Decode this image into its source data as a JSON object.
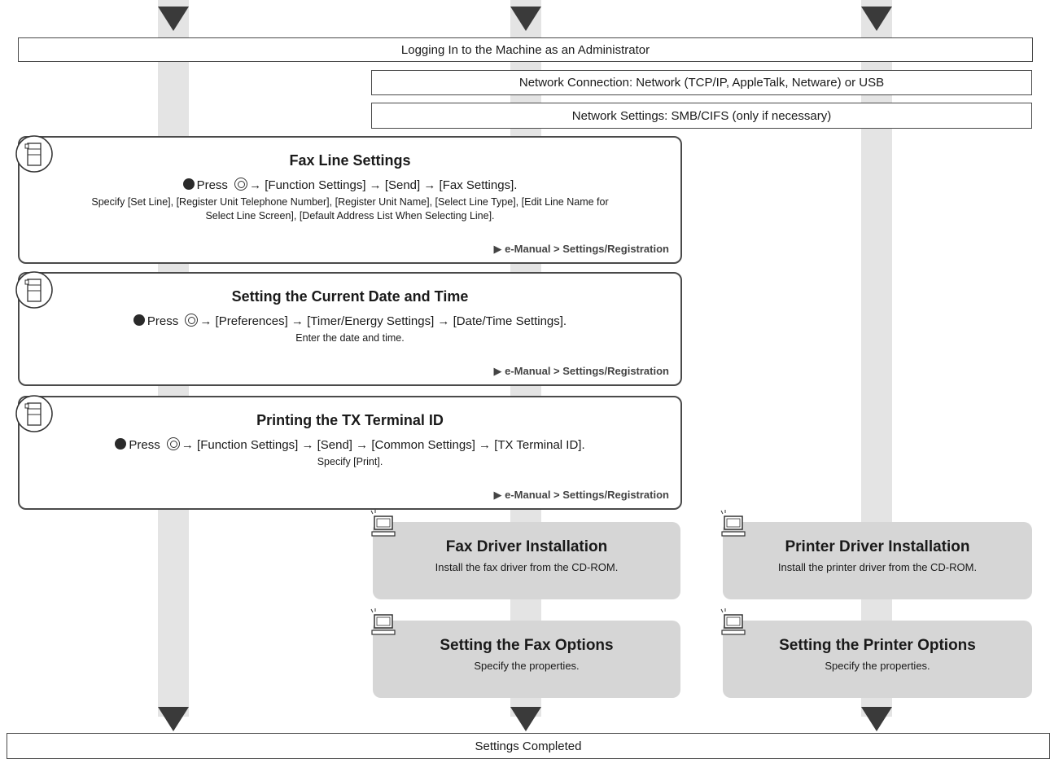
{
  "header_bar": {
    "label": "Logging In to the Machine as an Administrator"
  },
  "network_connection": {
    "label": "Network Connection: Network (TCP/IP, AppleTalk, Netware) or USB"
  },
  "network_settings": {
    "label": "Network Settings: SMB/CIFS (only if necessary)"
  },
  "fax_line": {
    "title": "Fax Line Settings",
    "press_prefix": "Press",
    "press_path": "→ [Function Settings] → [Send] → [Fax Settings].",
    "sub_line1": "Specify [Set Line], [Register Unit Telephone Number], [Register Unit Name], [Select Line Type], [Edit Line Name for",
    "sub_line2": "Select Line Screen], [Default Address List When Selecting Line].",
    "ref": "▶ e-Manual > Settings/Registration"
  },
  "date_time": {
    "title": "Setting the Current Date and Time",
    "press_prefix": "Press",
    "press_path": "→ [Preferences] → [Timer/Energy Settings] → [Date/Time Settings].",
    "sub": "Enter the date and time.",
    "ref": "▶ e-Manual > Settings/Registration"
  },
  "tx_terminal": {
    "title": "Printing the TX Terminal ID",
    "press_prefix": "Press",
    "press_path": "→ [Function Settings] → [Send] → [Common Settings] → [TX Terminal ID].",
    "sub": "Specify [Print].",
    "ref": "▶ e-Manual > Settings/Registration"
  },
  "fax_driver": {
    "title": "Fax Driver Installation",
    "sub": "Install the fax driver from the CD-ROM."
  },
  "printer_driver": {
    "title": "Printer Driver Installation",
    "sub": "Install the printer driver from the CD-ROM."
  },
  "fax_options": {
    "title": "Setting the Fax Options",
    "sub": "Specify the properties."
  },
  "printer_options": {
    "title": "Setting the Printer Options",
    "sub": "Specify the properties."
  },
  "footer_bar": {
    "label": "Settings Completed"
  }
}
